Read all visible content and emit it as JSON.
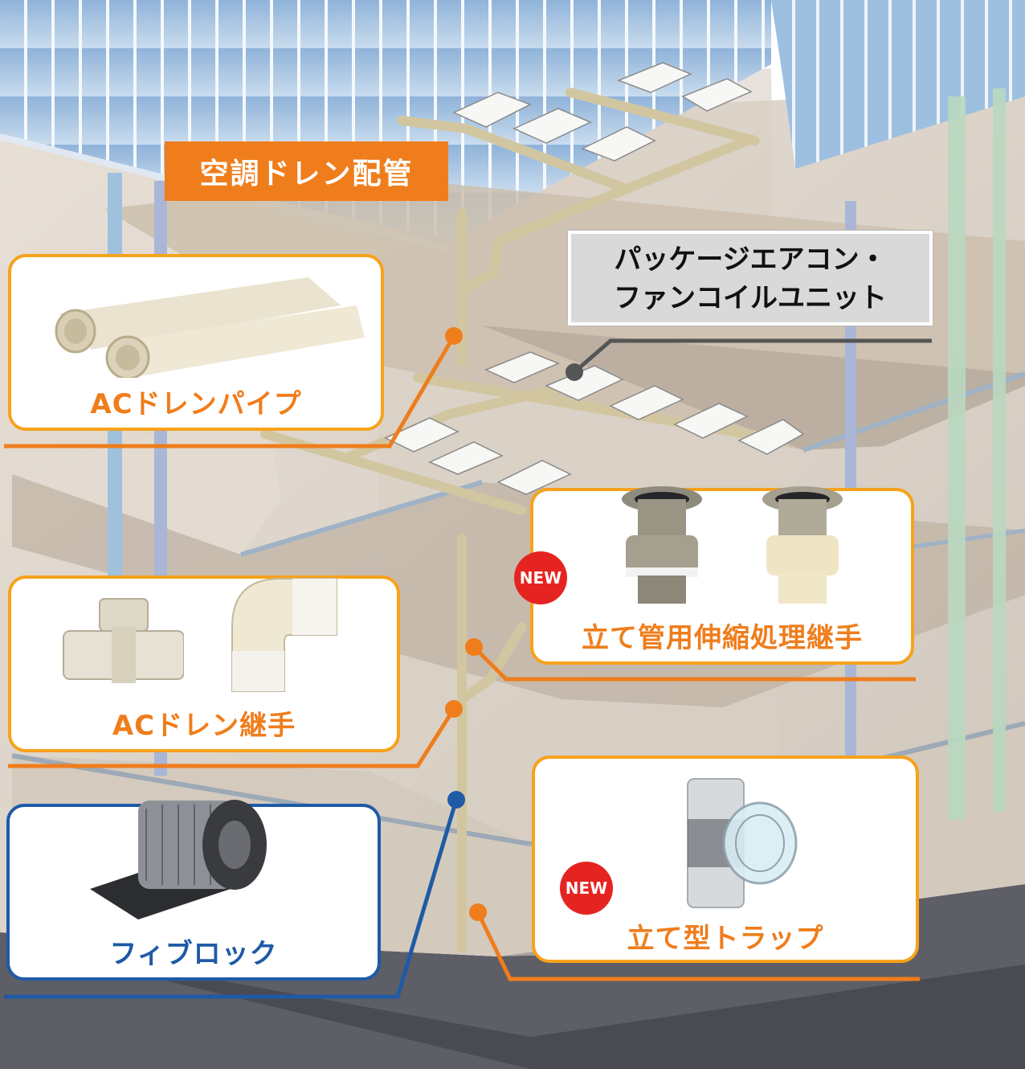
{
  "title_label": "空調ドレン配管",
  "unit_label_line1": "パッケージエアコン・",
  "unit_label_line2": "ファンコイルユニット",
  "products": {
    "ac_drain_pipe": "ACドレンパイプ",
    "ac_drain_fitting": "ACドレン継手",
    "fibrock": "フィブロック",
    "expansion_joint": "立て管用伸縮処理継手",
    "vertical_trap": "立て型トラップ"
  },
  "badges": {
    "new": "NEW"
  },
  "colors": {
    "orange": "#ef7d1c",
    "callout_border": "#f7a21b",
    "blue": "#1f5aa6",
    "new_badge": "#e52421"
  },
  "icons": [
    "building-facade",
    "air-conditioner-unit-icon",
    "pipe-icon",
    "elbow-fitting-icon",
    "tee-fitting-icon",
    "tape-roll-icon",
    "trap-icon"
  ]
}
